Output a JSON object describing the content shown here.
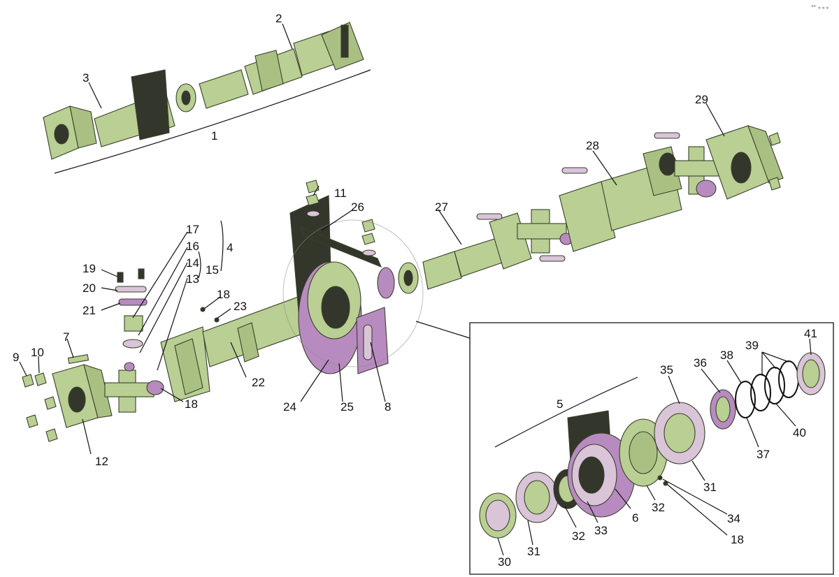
{
  "corner_mark": "°″ ∘∘∘",
  "labels": {
    "l1": "1",
    "l2": "2",
    "l3": "3",
    "l4": "4",
    "l5": "5",
    "l6": "6",
    "l7": "7",
    "l8": "8",
    "l9": "9",
    "l10": "10",
    "l11": "11",
    "l12": "12",
    "l13": "13",
    "l14": "14",
    "l15": "15",
    "l16": "16",
    "l17": "17",
    "l18a": "18",
    "l18b": "18",
    "l18c": "18",
    "l19": "19",
    "l20": "20",
    "l21": "21",
    "l22": "22",
    "l23": "23",
    "l24": "24",
    "l25": "25",
    "l26": "26",
    "l27": "27",
    "l28": "28",
    "l29": "29",
    "l30": "30",
    "l31a": "31",
    "l31b": "31",
    "l32a": "32",
    "l32b": "32",
    "l33": "33",
    "l34": "34",
    "l35": "35",
    "l36": "36",
    "l37": "37",
    "l38": "38",
    "l39": "39",
    "l40": "40",
    "l41": "41"
  },
  "colors": {
    "part_green": "#b9cf93",
    "part_outline": "#3a3f2c",
    "bearing_purple": "#b88bc0",
    "bearing_pink": "#d9c4d8"
  }
}
